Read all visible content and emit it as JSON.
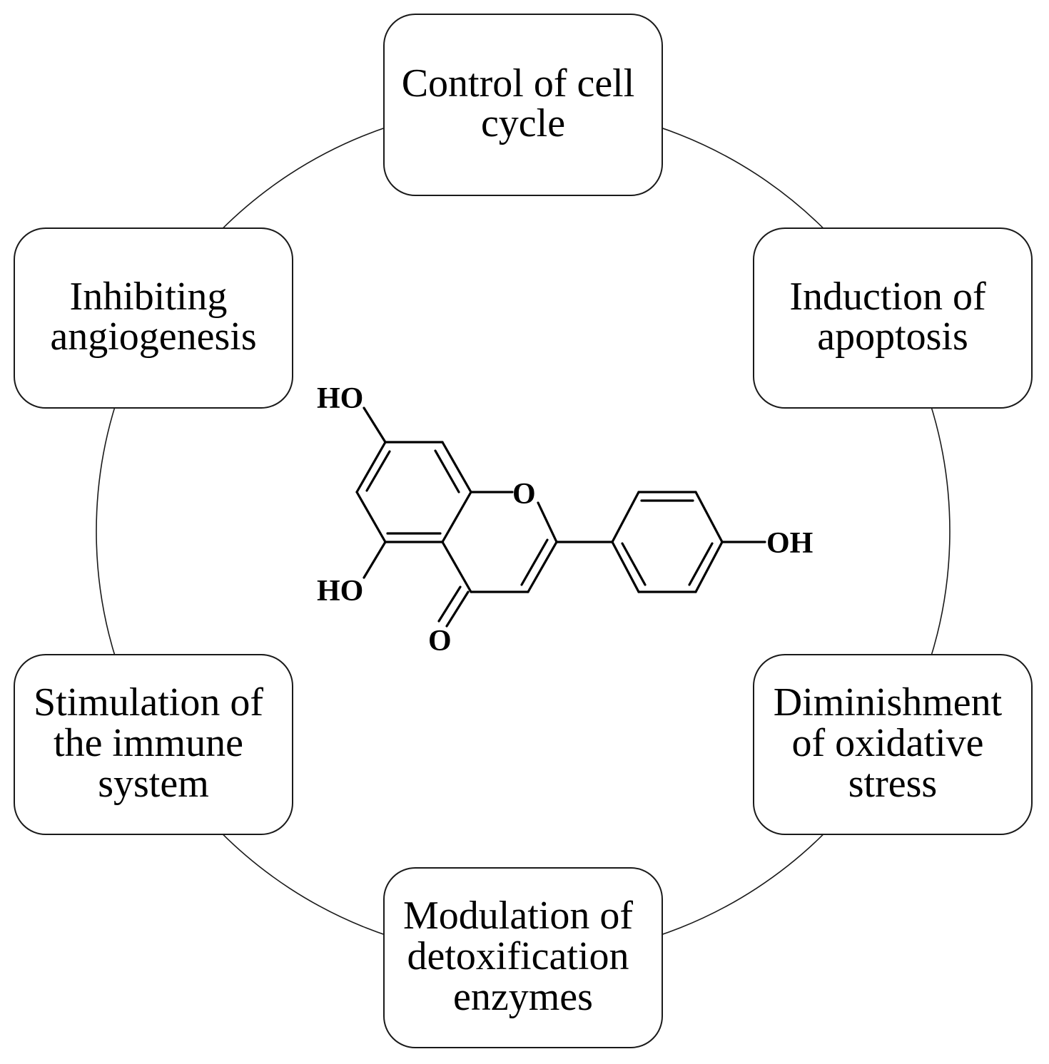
{
  "boxes": [
    {
      "id": "top",
      "lines": [
        "Control of cell",
        "cycle"
      ]
    },
    {
      "id": "upper-right",
      "lines": [
        "Induction of",
        "apoptosis"
      ]
    },
    {
      "id": "lower-right",
      "lines": [
        "Diminishment",
        "of oxidative",
        "stress"
      ]
    },
    {
      "id": "bottom",
      "lines": [
        "Modulation of",
        "detoxification",
        "enzymes"
      ]
    },
    {
      "id": "lower-left",
      "lines": [
        "Stimulation of",
        "the immune",
        "system"
      ]
    },
    {
      "id": "upper-left",
      "lines": [
        "Inhibiting",
        "angiogenesis"
      ]
    }
  ],
  "molecule": {
    "labels": {
      "ho_top": "HO",
      "ho_bottom": "HO",
      "ring_oxygen": "O",
      "carbonyl_oxygen": "O",
      "oh": "OH"
    }
  }
}
